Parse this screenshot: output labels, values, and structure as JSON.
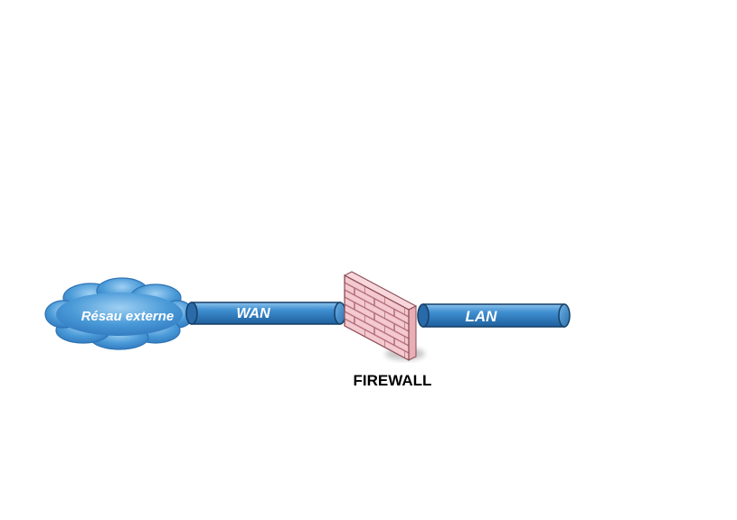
{
  "diagram": {
    "cloud_label": "Résau externe",
    "wan_label": "WAN",
    "lan_label": "LAN",
    "firewall_label": "FIREWALL"
  },
  "colors": {
    "pipe_blue": "#2f7fc0",
    "cloud_blue": "#3b8fd0",
    "brick_pink": "#f3c6cc",
    "mortar": "#a35b66"
  }
}
